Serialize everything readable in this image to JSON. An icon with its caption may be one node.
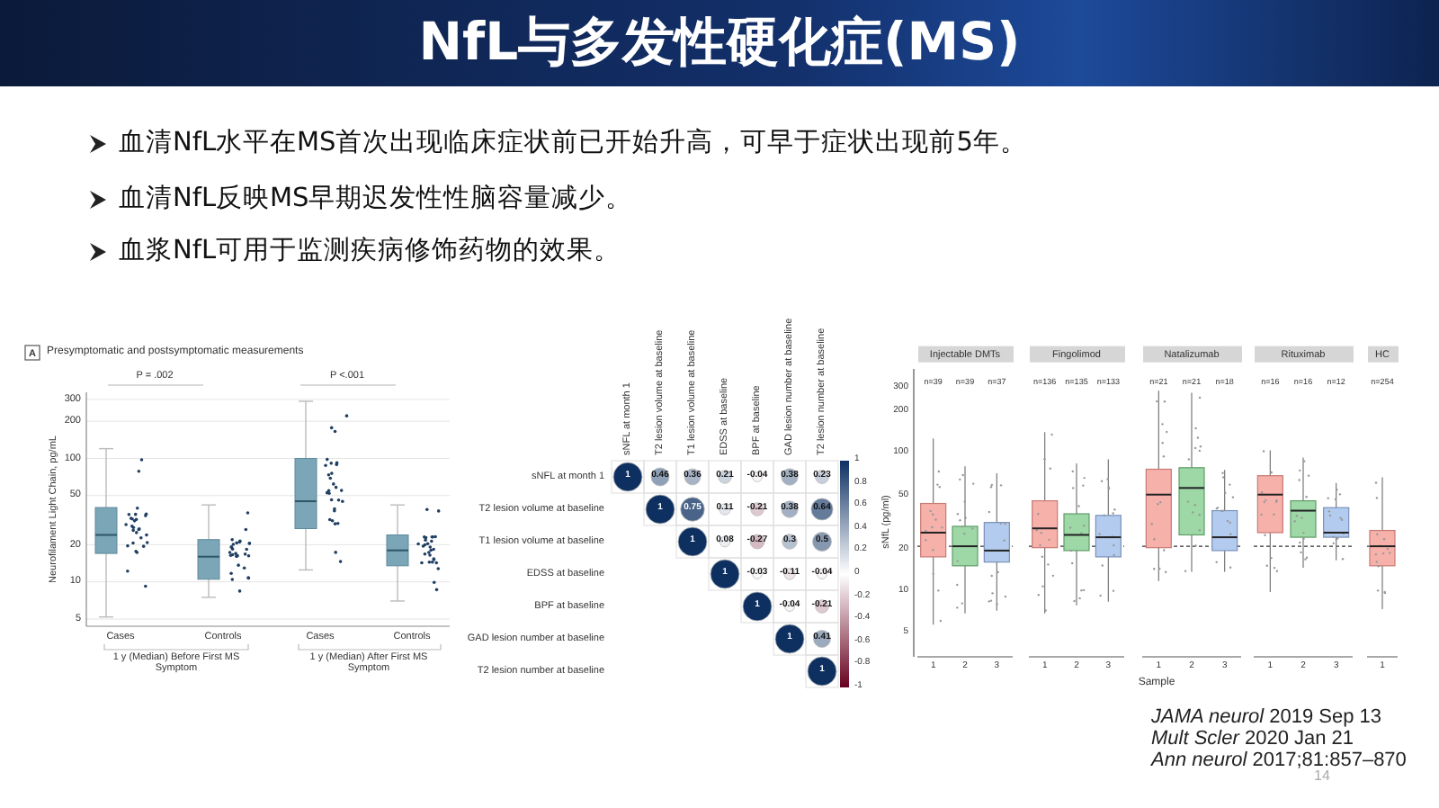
{
  "diagram": {
    "title": "NfL与多发性硬化症(MS)",
    "labels": [
      "血清NfL水平在MS首次出现临床症状前已开始升高，可早于症状出现前5年。",
      "血清NfL反映MS早期迟发性性脑容量减少。",
      "血浆NfL可用于监测疾病修饰药物的效果。",
      "A",
      "Presymptomatic and postsymptomatic measurements",
      "P = .002",
      "P <.001",
      "Neurofilament Light Chain, pg/mL",
      "300",
      "200",
      "100",
      "50",
      "20",
      "10",
      "5",
      "Cases",
      "Controls",
      "Cases",
      "Controls",
      "1 y (Median) Before First MS Symptom",
      "1 y (Median) After First MS Symptom",
      "sNFL at month 1",
      "T2 lesion volume at baseline",
      "T1 lesion volume at baseline",
      "EDSS at baseline",
      "BPF at baseline",
      "GAD lesion number at baseline",
      "T2 lesion number at baseline",
      "sNFL at month 1",
      "1",
      "0.46",
      "0.36",
      "0.21",
      "-0.04",
      "0.38",
      "0.23",
      "T2 lesion volume at baseline",
      "1",
      "0.75",
      "0.11",
      "-0.21",
      "0.38",
      "0.64",
      "T1 lesion volume at baseline",
      "1",
      "0.08",
      "-0.27",
      "0.3",
      "0.5",
      "EDSS at baseline",
      "1",
      "-0.03",
      "-0.11",
      "-0.04",
      "BPF at baseline",
      "1",
      "-0.04",
      "-0.21",
      "GAD lesion number at baseline",
      "1",
      "0.41",
      "T2 lesion number at baseline",
      "1",
      "1",
      "0.8",
      "0.6",
      "0.4",
      "0.2",
      "0",
      "-0.2",
      "-0.4",
      "-0.6",
      "-0.8",
      "-1",
      "Injectable DMTs",
      "Fingolimod",
      "Natalizumab",
      "Rituximab",
      "HC",
      "n=39",
      "n=39",
      "n=37",
      "n=136",
      "n=135",
      "n=133",
      "n=21",
      "n=21",
      "n=18",
      "n=16",
      "n=16",
      "n=12",
      "n=254",
      "sNfL (pg/ml)",
      "300",
      "200",
      "100",
      "50",
      "20",
      "10",
      "5",
      "1",
      "2",
      "3",
      "1",
      "2",
      "3",
      "1",
      "2",
      "3",
      "1",
      "2",
      "3",
      "1",
      "Sample",
      "*JAMA neurol* 2019 Sep 13",
      "*Mult Scler* 2020 Jan 21",
      "*Ann neurol* 2017;81:857–870",
      "14"
    ]
  }
}
